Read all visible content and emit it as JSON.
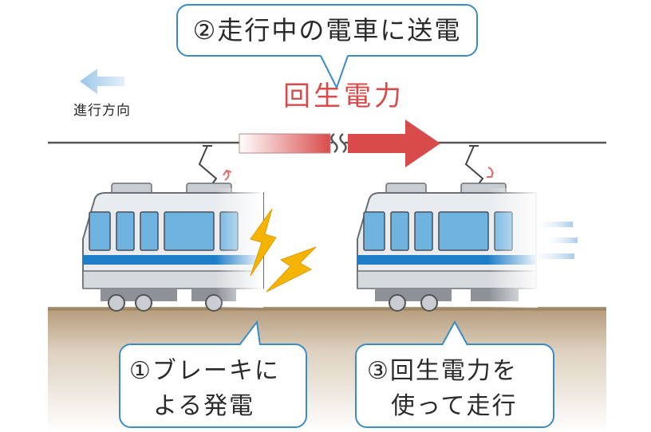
{
  "callouts": {
    "top": "②走行中の電車に送電",
    "left_line1": "①ブレーキに",
    "left_line2": "よる発電",
    "right_line1": "③回生電力を",
    "right_line2": "使って走行"
  },
  "labels": {
    "regen_power": "回生電力",
    "direction": "進行方向"
  },
  "colors": {
    "callout_border": "#3b8cc4",
    "regen_red": "#d94b4b",
    "train_stripe": "#1f7fc6",
    "train_window": "#6fb3e0",
    "lightning": "#f5b400",
    "ground": "#b39a78",
    "direction_arrow": "#a9cdea"
  },
  "icons": {
    "direction_arrow": "left-arrow-icon",
    "lightning": "lightning-icon",
    "speed_lines": "speed-lines-icon"
  }
}
